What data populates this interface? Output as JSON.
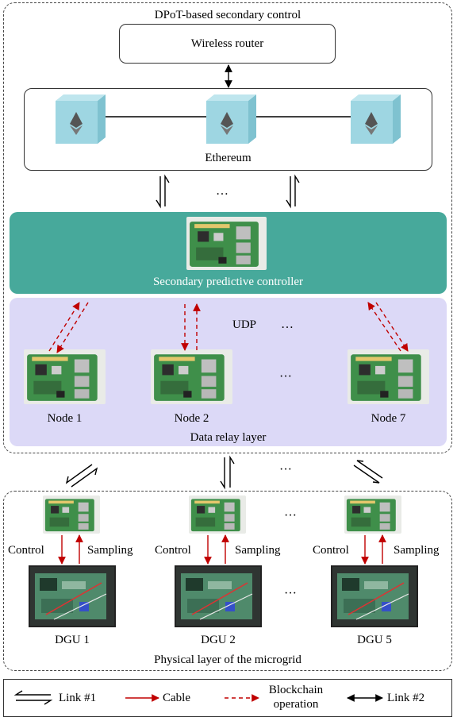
{
  "top_section": {
    "title": "DPoT-based secondary control"
  },
  "router": {
    "label": "Wireless router"
  },
  "ethereum": {
    "label": "Ethereum",
    "node_icon": "ethereum-cube-icon",
    "node_count": 3
  },
  "ellipsis": "…",
  "ellipsis_dots": "···",
  "secondary_controller": {
    "label": "Secondary predictive controller",
    "color": "#47a99b"
  },
  "data_relay": {
    "label": "Data relay  layer",
    "protocol": "UDP",
    "color": "#dcd9f7",
    "nodes": [
      {
        "label": "Node 1"
      },
      {
        "label": "Node 2"
      },
      {
        "label": "Node 7"
      }
    ]
  },
  "physical": {
    "label": "Physical layer of the microgrid",
    "units": [
      {
        "label": "DGU 1",
        "control": "Control",
        "sampling": "Sampling"
      },
      {
        "label": "DGU 2",
        "control": "Control",
        "sampling": "Sampling"
      },
      {
        "label": "DGU 5",
        "control": "Control",
        "sampling": "Sampling"
      }
    ]
  },
  "legend": {
    "link1": "Link #1",
    "cable": "Cable",
    "blockchain_line1": "Blockchain",
    "blockchain_line2": "operation",
    "link2": "Link #2",
    "cable_color": "#c00000"
  }
}
